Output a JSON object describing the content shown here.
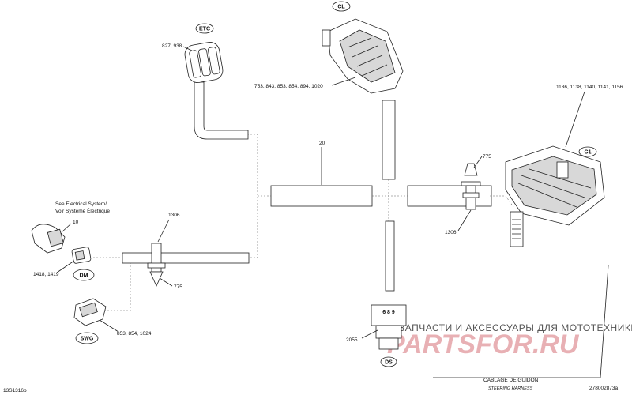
{
  "labels": {
    "etc": "ETC",
    "cl": "CL",
    "c1": "C1",
    "dm": "DM",
    "swg": "SWG",
    "ds": "DS",
    "ref_etc": "827, 938",
    "ref_cl": "753, 843, 853, 854, 894, 1020",
    "ref_c1": "1136, 1138, 1140, 1141, 1156",
    "ref_main": "20",
    "ref_775_right": "775",
    "ref_1306_right": "1306",
    "ref_1306_left": "1306",
    "ref_775_left": "775",
    "see_electrical": "See Electrical System/",
    "voir_systeme": "Voir Système Électrique",
    "ref_10": "10",
    "ref_dm": "1418, 1419",
    "ref_swg": "853, 854, 1024",
    "ref_ds": "2055",
    "ds_pins": "6 8 9",
    "cablage": "CABLAGE DE GUIDON",
    "steering_harness": "STEERING HARNESS",
    "code_left": "13S1316b",
    "code_right": "278002873a"
  },
  "watermark": {
    "title": "ЗАПЧАСТИ И АКСЕССУАРЫ ДЛЯ МОТОТЕХНИКИ",
    "logo": "PARTSFOR.RU"
  },
  "colors": {
    "line": "#222222",
    "watermark_logo": "#e8b0b4",
    "watermark_text": "#555555"
  }
}
